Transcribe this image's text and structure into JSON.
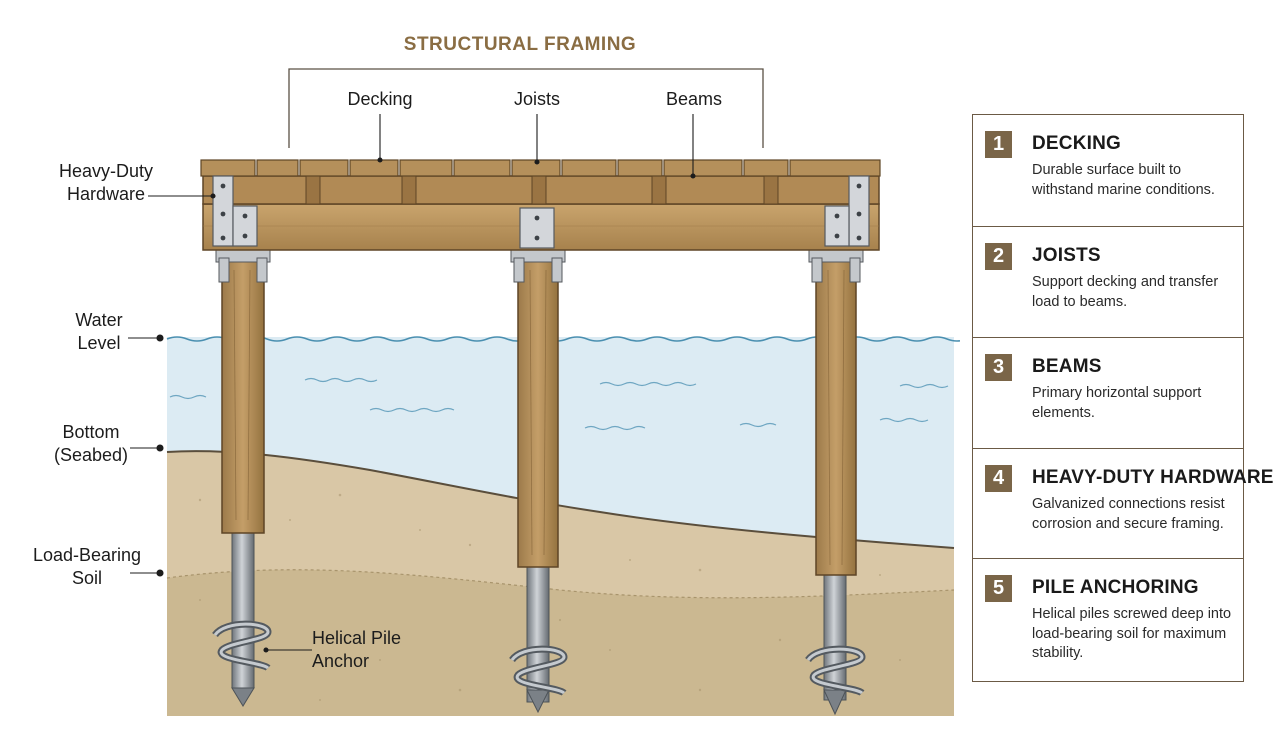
{
  "diagram": {
    "framing_title": "STRUCTURAL FRAMING",
    "framing_labels": {
      "decking": "Decking",
      "joists": "Joists",
      "beams": "Beams"
    },
    "left_labels": {
      "hardware": "Heavy-Duty Hardware",
      "water": "Water Level",
      "bottom": "Bottom (Seabed)",
      "soil": "Load-Bearing Soil"
    },
    "helical_label": "Helical Pile Anchor"
  },
  "legend": [
    {
      "number": "1",
      "title": "DECKING",
      "description": "Durable surface built to withstand marine conditions."
    },
    {
      "number": "2",
      "title": "JOISTS",
      "description": "Support decking and transfer load to beams."
    },
    {
      "number": "3",
      "title": "BEAMS",
      "description": "Primary horizontal support elements."
    },
    {
      "number": "4",
      "title": "HEAVY-DUTY HARDWARE",
      "description": "Galvanized connections resist corrosion and secure framing."
    },
    {
      "number": "5",
      "title": "PILE ANCHORING",
      "description": "Helical piles screwed deep into load-bearing soil for maximum stability."
    }
  ],
  "colors": {
    "wood": "#b8915e",
    "wood_dark": "#8a6a3e",
    "water": "#dcebf3",
    "water_line": "#4a8fb0",
    "sand": "#d9c7a6",
    "sand_deep": "#c9b38d",
    "steel": "#9aa0a6",
    "accent": "#7a6548"
  }
}
